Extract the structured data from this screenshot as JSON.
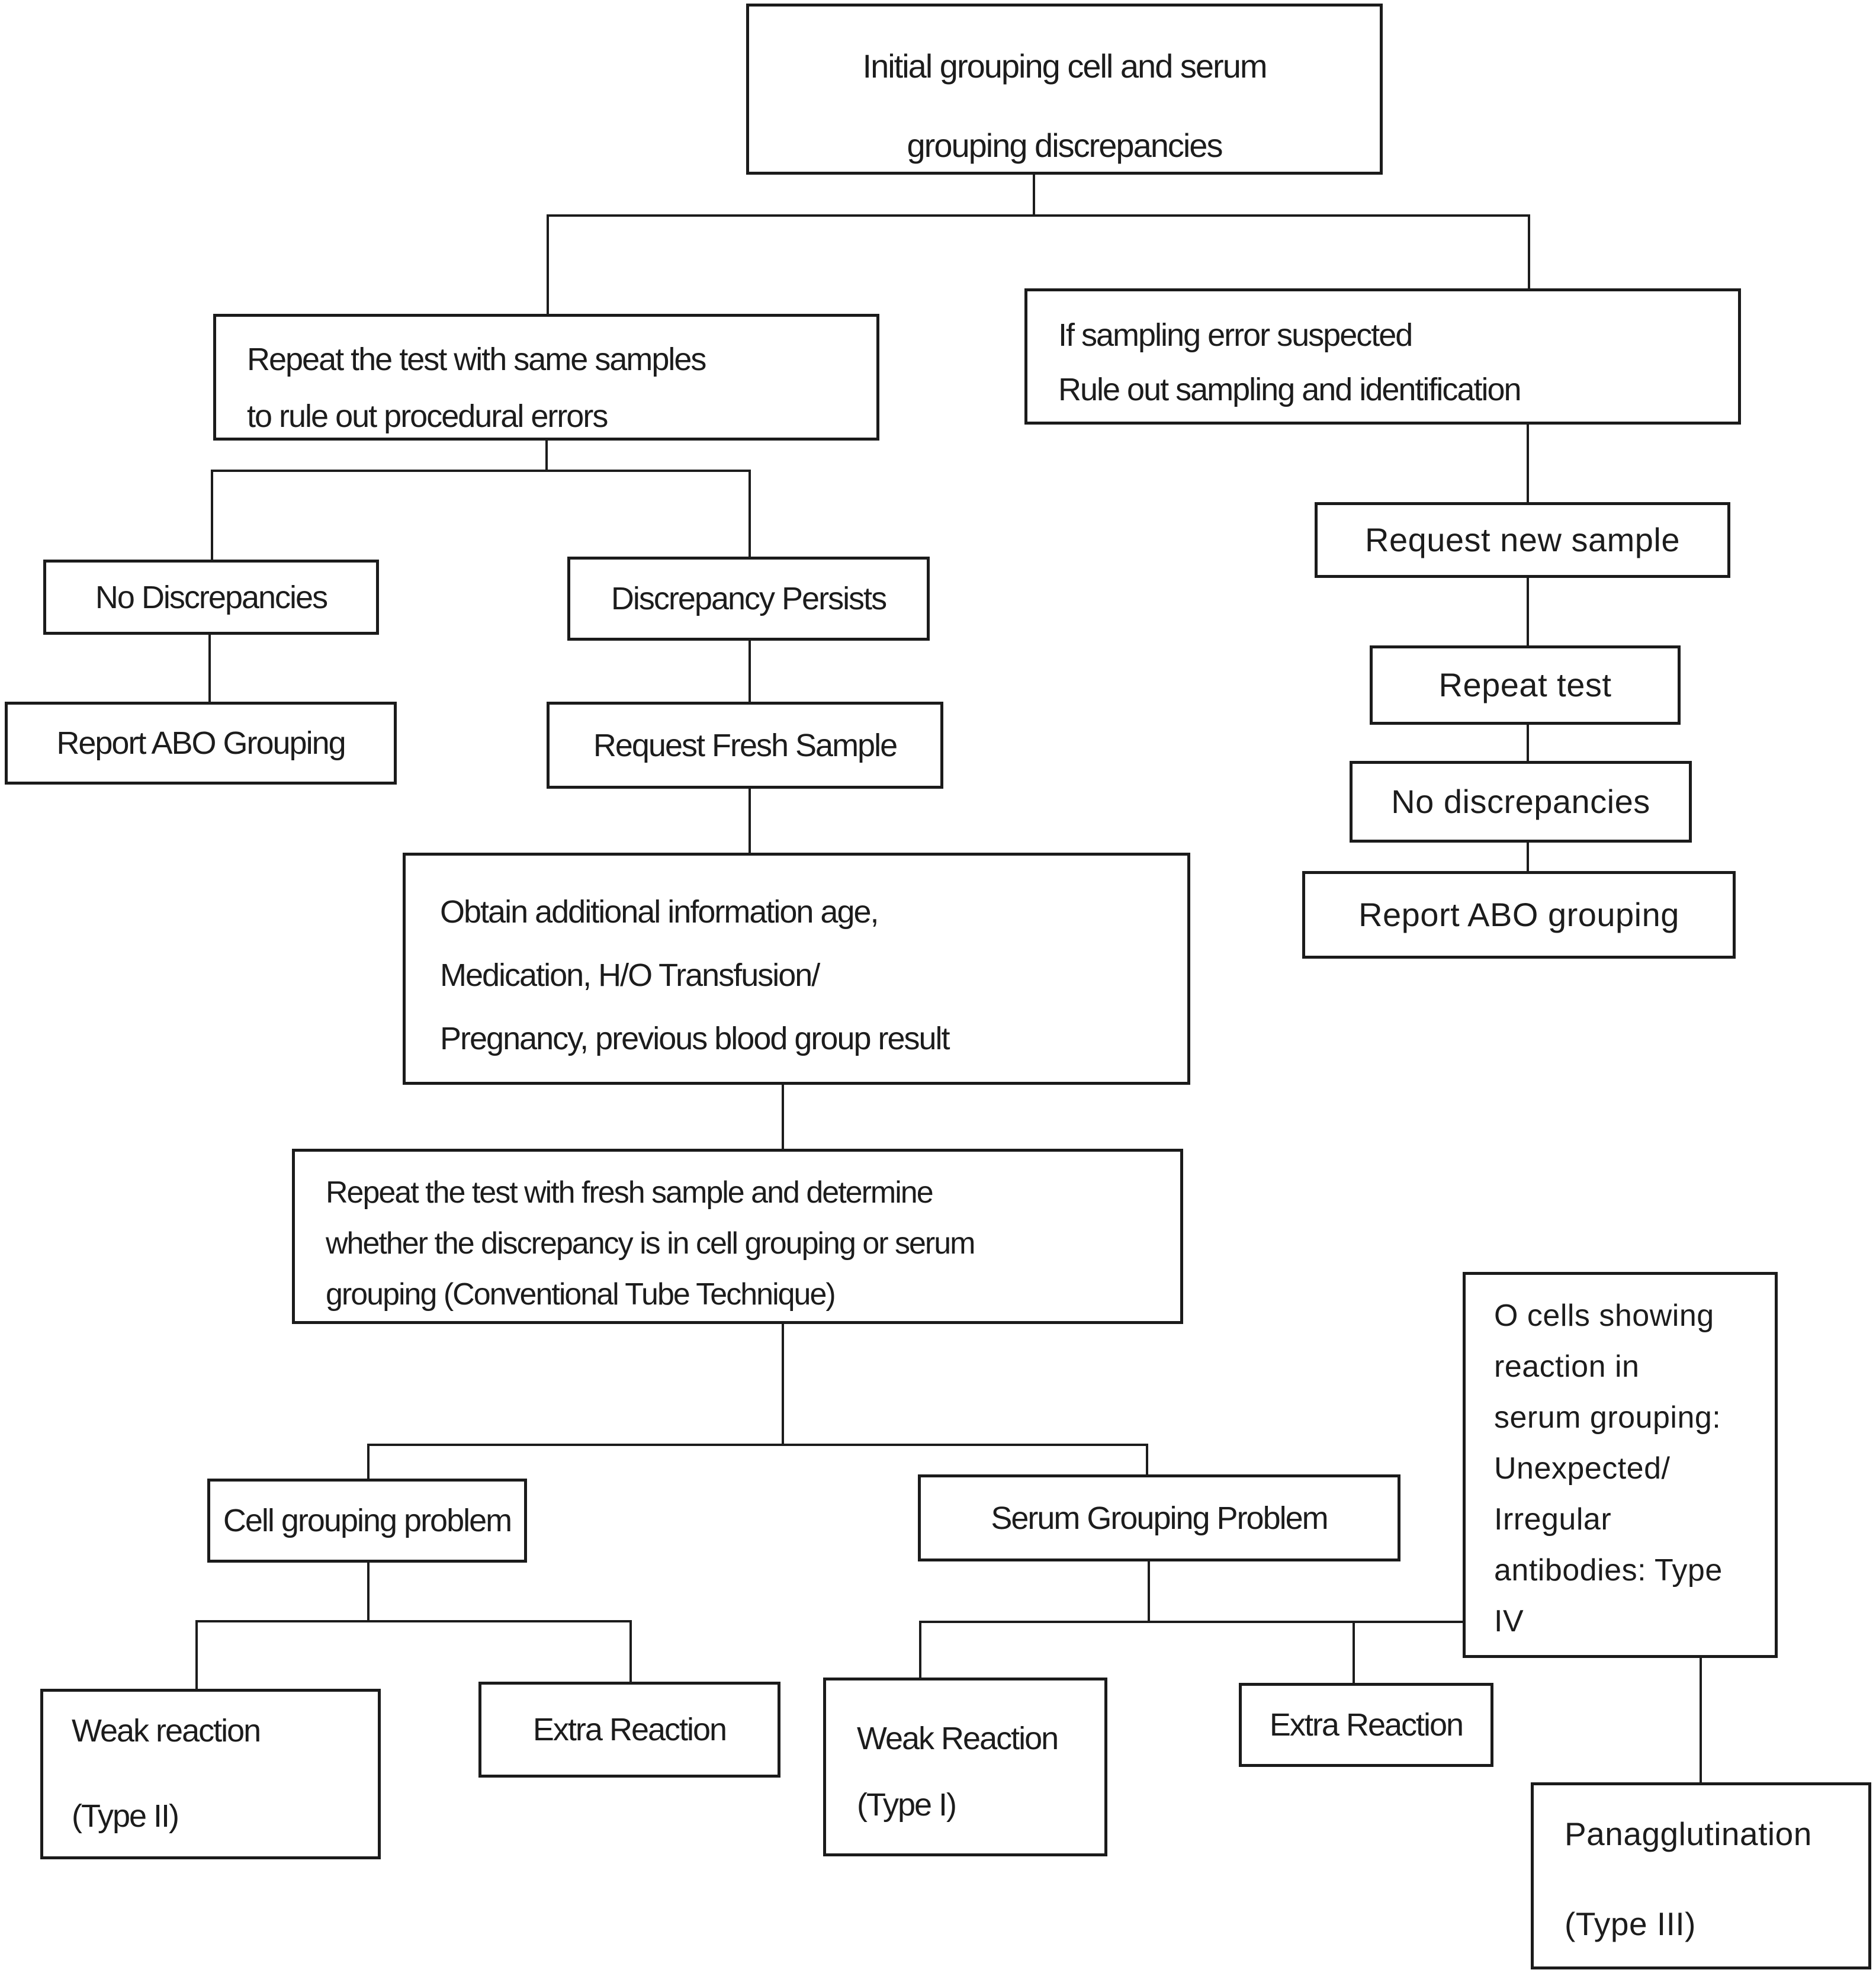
{
  "meta": {
    "background_color": "#ffffff",
    "line_color": "#1c1c1c",
    "text_color": "#1c1c1c",
    "diagram_type": "flowchart",
    "topic": "ABO cell and serum grouping discrepancy resolution"
  },
  "nodes": {
    "initial": {
      "text": "Initial grouping cell and serum\ngrouping discrepancies"
    },
    "repeat_same": {
      "text": "Repeat the test with same samples\nto rule out procedural errors"
    },
    "if_sampling": {
      "text": "If sampling error suspected\nRule out sampling and identification"
    },
    "no_disc1": {
      "text": "No Discrepancies"
    },
    "report_abo1": {
      "text": "Report ABO Grouping"
    },
    "disc_persists": {
      "text": "Discrepancy Persists"
    },
    "request_fresh": {
      "text": "Request Fresh Sample"
    },
    "obtain_info": {
      "text": "Obtain additional information age,\nMedication, H/O Transfusion/\nPregnancy, previous blood group result"
    },
    "repeat_fresh": {
      "text": "Repeat the test with fresh sample and determine\nwhether the discrepancy is in cell grouping or serum\ngrouping (Conventional Tube Technique)"
    },
    "cell_group": {
      "text": "Cell grouping problem"
    },
    "serum_group": {
      "text": "Serum Grouping Problem"
    },
    "weak2": {
      "text": "Weak reaction\n\n(Type II)"
    },
    "extra1": {
      "text": "Extra Reaction"
    },
    "weak1": {
      "text": "Weak Reaction\n(Type I)"
    },
    "extra2": {
      "text": "Extra Reaction"
    },
    "o_cells": {
      "text": "O cells showing\nreaction in\nserum grouping:\nUnexpected/\nIrregular\nantibodies: Type\nIV"
    },
    "panagg": {
      "text": "Panagglutination\n\n(Type III)"
    },
    "request_new": {
      "text": "Request new sample"
    },
    "repeat_test": {
      "text": "Repeat test"
    },
    "no_disc2": {
      "text": "No discrepancies"
    },
    "report_abo2": {
      "text": "Report ABO grouping"
    }
  }
}
